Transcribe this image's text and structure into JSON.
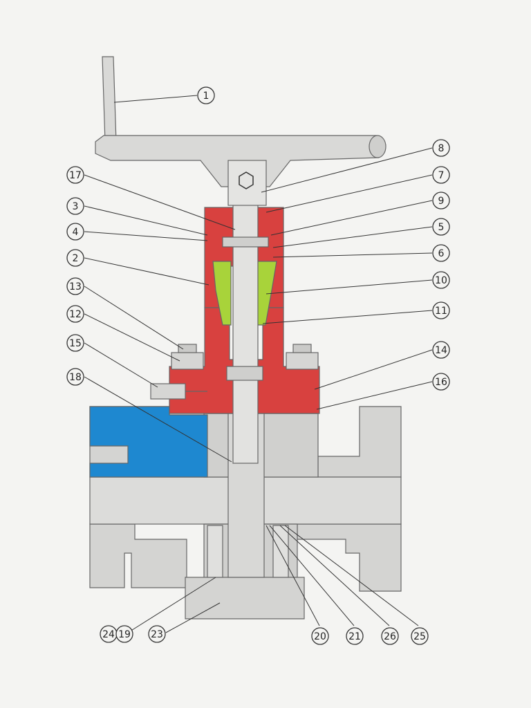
{
  "colors": {
    "background": "#f4f4f2",
    "body_gray": "#d4d4d2",
    "outline": "#666666",
    "bonnet_red": "#d8413f",
    "body_blue": "#1e88d0",
    "packing_green": "#a8d33a",
    "text": "#222222"
  },
  "callouts": [
    {
      "id": "c1",
      "label": "1"
    },
    {
      "id": "c2",
      "label": "2"
    },
    {
      "id": "c3",
      "label": "3"
    },
    {
      "id": "c4",
      "label": "4"
    },
    {
      "id": "c5",
      "label": "5"
    },
    {
      "id": "c6",
      "label": "6"
    },
    {
      "id": "c7",
      "label": "7"
    },
    {
      "id": "c8",
      "label": "8"
    },
    {
      "id": "c9",
      "label": "9"
    },
    {
      "id": "c10",
      "label": "10"
    },
    {
      "id": "c11",
      "label": "11"
    },
    {
      "id": "c12",
      "label": "12"
    },
    {
      "id": "c13",
      "label": "13"
    },
    {
      "id": "c14",
      "label": "14"
    },
    {
      "id": "c15",
      "label": "15"
    },
    {
      "id": "c16",
      "label": "16"
    },
    {
      "id": "c17",
      "label": "17"
    },
    {
      "id": "c18",
      "label": "18"
    },
    {
      "id": "c19",
      "label": "19"
    },
    {
      "id": "c20",
      "label": "20"
    },
    {
      "id": "c21",
      "label": "21"
    },
    {
      "id": "c23",
      "label": "23"
    },
    {
      "id": "c24",
      "label": "24"
    },
    {
      "id": "c25",
      "label": "25"
    },
    {
      "id": "c26",
      "label": "26"
    }
  ]
}
